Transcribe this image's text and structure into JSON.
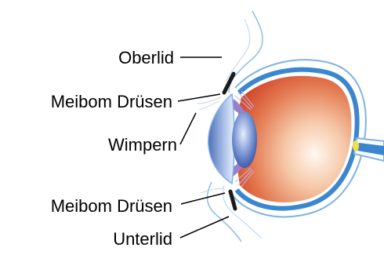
{
  "labels": {
    "upper_lid": "Oberlid",
    "meibomian_upper": "Meibom Drüsen",
    "lashes": "Wimpern",
    "meibomian_lower": "Meibom Drüsen",
    "lower_lid": "Unterlid"
  },
  "colors": {
    "outline": "#7fb3e6",
    "sclera_band": "#3a86cf",
    "retina": "#d9522f",
    "vitreous_light": "#fff7ee",
    "lens": "#3b62b4",
    "iris": "#9a80c6",
    "cornea": "#c9dbf2",
    "gland": "#1b1b1b",
    "optic_disc": "#f2e04a"
  }
}
